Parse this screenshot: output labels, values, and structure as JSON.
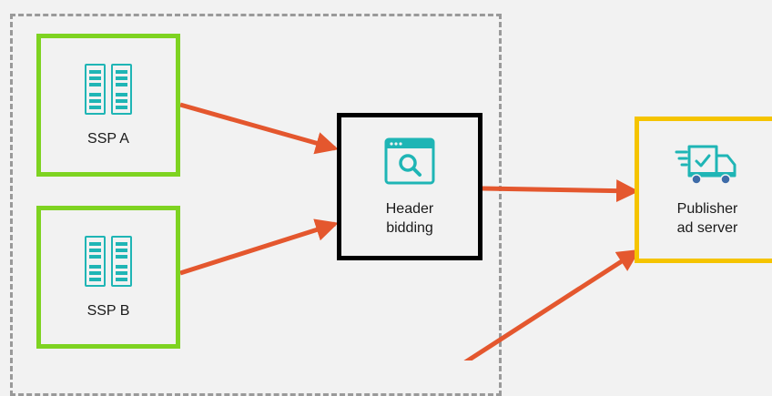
{
  "colors": {
    "background": "#f2f2f2",
    "ssp_border": "#7ed321",
    "header_bidding_border": "#000000",
    "publisher_border": "#f5c400",
    "arrow": "#e4572e",
    "icon_teal": "#1fb5b5",
    "dashed_border": "#9a9a9a"
  },
  "nodes": {
    "ssp_a": {
      "label": "SSP A",
      "icon": "server-icon"
    },
    "ssp_b": {
      "label": "SSP B",
      "icon": "server-icon"
    },
    "header_bidding": {
      "label": "Header\nbidding",
      "icon": "browser-search-icon"
    },
    "publisher": {
      "label": "Publisher\nad server",
      "icon": "delivery-truck-icon"
    }
  },
  "edges": [
    {
      "from": "ssp_a",
      "to": "header_bidding"
    },
    {
      "from": "ssp_b",
      "to": "header_bidding"
    },
    {
      "from": "header_bidding",
      "to": "publisher"
    },
    {
      "from": "offscreen_source",
      "to": "publisher"
    }
  ]
}
